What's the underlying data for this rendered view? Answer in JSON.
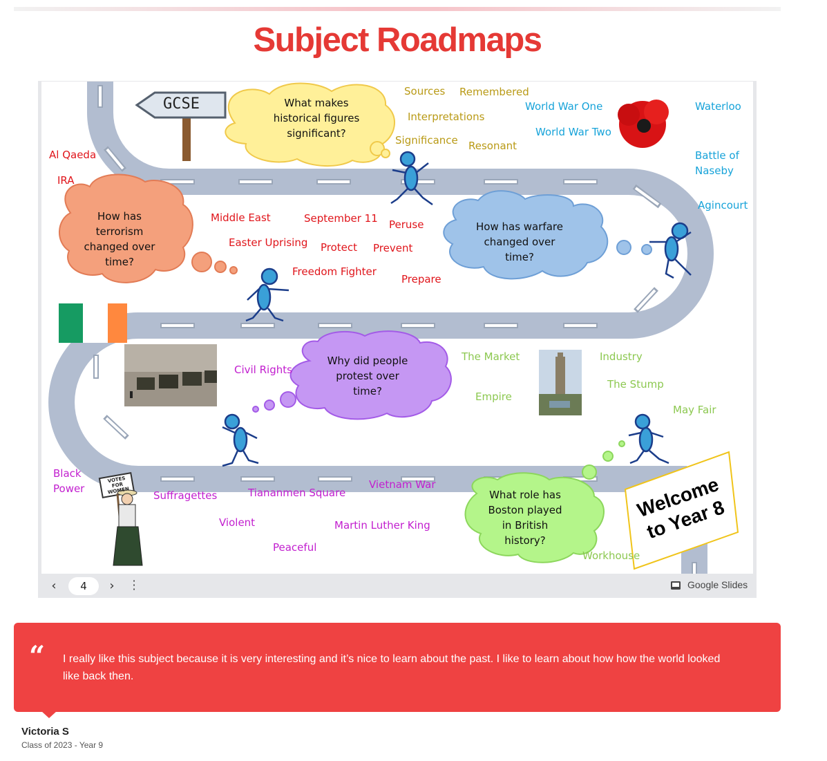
{
  "page": {
    "title": "Subject Roadmaps"
  },
  "slide": {
    "gcse_sign": "GCSE",
    "welcome": [
      "Welcome",
      "to Year 8"
    ],
    "bubbles": {
      "significant": [
        "What makes",
        "historical figures",
        "significant?"
      ],
      "terrorism": [
        "How has",
        "terrorism",
        "changed over",
        "time?"
      ],
      "warfare": [
        "How has warfare",
        "changed over",
        "time?"
      ],
      "protest": [
        "Why did people",
        "protest over",
        "time?"
      ],
      "boston": [
        "What role has",
        "Boston played",
        "in British",
        "history?"
      ]
    },
    "keywords": {
      "gold": [
        "Sources",
        "Remembered",
        "Interpretations",
        "Significance",
        "Resonant"
      ],
      "blue": [
        "World War One",
        "Waterloo",
        "World War Two",
        "Battle of",
        "Naseby",
        "Agincourt"
      ],
      "red": [
        "Al Qaeda",
        "IRA",
        "Middle East",
        "September 11",
        "Peruse",
        "Easter Uprising",
        "Protect",
        "Prevent",
        "Freedom Fighter",
        "Prepare"
      ],
      "green": [
        "The Market",
        "Industry",
        "The Stump",
        "Empire",
        "May Fair",
        "Workhouse"
      ],
      "purple": [
        "Civil Rights",
        "Black",
        "Power",
        "Suffragettes",
        "Tiananmen Square",
        "Vietnam War",
        "Violent",
        "Martin Luther King",
        "Peaceful"
      ]
    },
    "placard": [
      "VOTES",
      "FOR",
      "WOMEN"
    ]
  },
  "controls": {
    "page_number": "4",
    "brand": "Google Slides"
  },
  "testimonial": {
    "quote": "I really like this subject because it is very interesting and it’s nice to learn about the past. I like to learn about how how the world looked like back then.",
    "author": "Victoria S",
    "meta": "Class of 2023 - Year 9"
  },
  "colors": {
    "accent": "#e53935",
    "quote_bg": "#ef4242",
    "road": "#b2bdd0",
    "red": "#e0151b",
    "gold": "#b99a16",
    "blue": "#17a3d9",
    "green": "#8cc850",
    "purple": "#c21fcf"
  }
}
